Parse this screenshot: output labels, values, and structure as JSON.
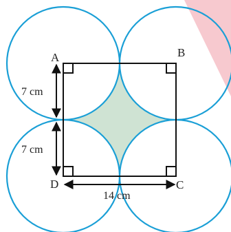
{
  "vertices": {
    "a": "A",
    "b": "B",
    "c": "C",
    "d": "D"
  },
  "dimensions": {
    "left_upper": "7 cm",
    "left_lower": "7 cm",
    "bottom": "14 cm"
  },
  "colors": {
    "circle_stroke": "#1a9fd6",
    "square_stroke": "#111111",
    "shaded_region": "#cfe3d3",
    "corner_tint": "#f7c9cf",
    "label_text": "#222222"
  }
}
